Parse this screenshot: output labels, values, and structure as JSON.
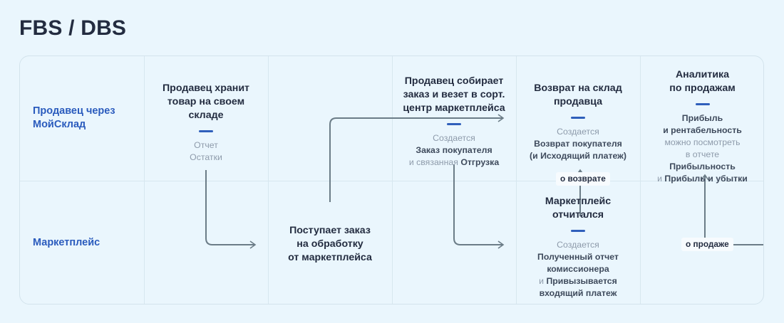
{
  "page": {
    "title": "FBS / DBS",
    "background_color": "#eaf6fd",
    "accent_color": "#2a5bbd",
    "connector_color": "#6b7c87"
  },
  "diagram": {
    "rows": [
      {
        "id": "seller",
        "label": "Продавец через\nМойСклад"
      },
      {
        "id": "marketplace",
        "label": "Маркетплейс"
      }
    ],
    "cells": {
      "seller_storage": {
        "title": "Продавец хранит\nтовар на своем\nскладе",
        "sub_html": "Отчет<br>Остатки"
      },
      "marketplace_order": {
        "title": "Поступает заказ\nна обработку\nот маркетплейса",
        "sub_html": ""
      },
      "seller_collects": {
        "title": "Продавец собирает\nзаказ и везет в сорт.\nцентр маркетплейса",
        "sub_html": "Создается<br><b>Заказ покупателя</b><br>и связанная <b>Отгрузка</b>"
      },
      "seller_return": {
        "title": "Возврат на склад\nпродавца",
        "sub_html": "Создается<br><b>Возврат покупателя</b><br><b>(и Исходящий платеж)</b>"
      },
      "marketplace_report": {
        "title": "Маркетплейс\nотчитался",
        "sub_html": "Создается<br><b>Полученный отчет</b><br><b>комиссионера</b><br>и <b>Привызывается</b><br><b>входящий платеж</b>"
      },
      "analytics": {
        "title": "Аналитика\nпо продажам",
        "sub_html": "<b>Прибыль</b><br><b>и рентабельность</b><br>можно посмотреть<br>в отчете<br><b>Прибыльность</b><br>и <b>Прибыль и убытки</b>"
      }
    },
    "edge_labels": {
      "about_return": "о возврате",
      "about_sale": "о продаже"
    }
  }
}
